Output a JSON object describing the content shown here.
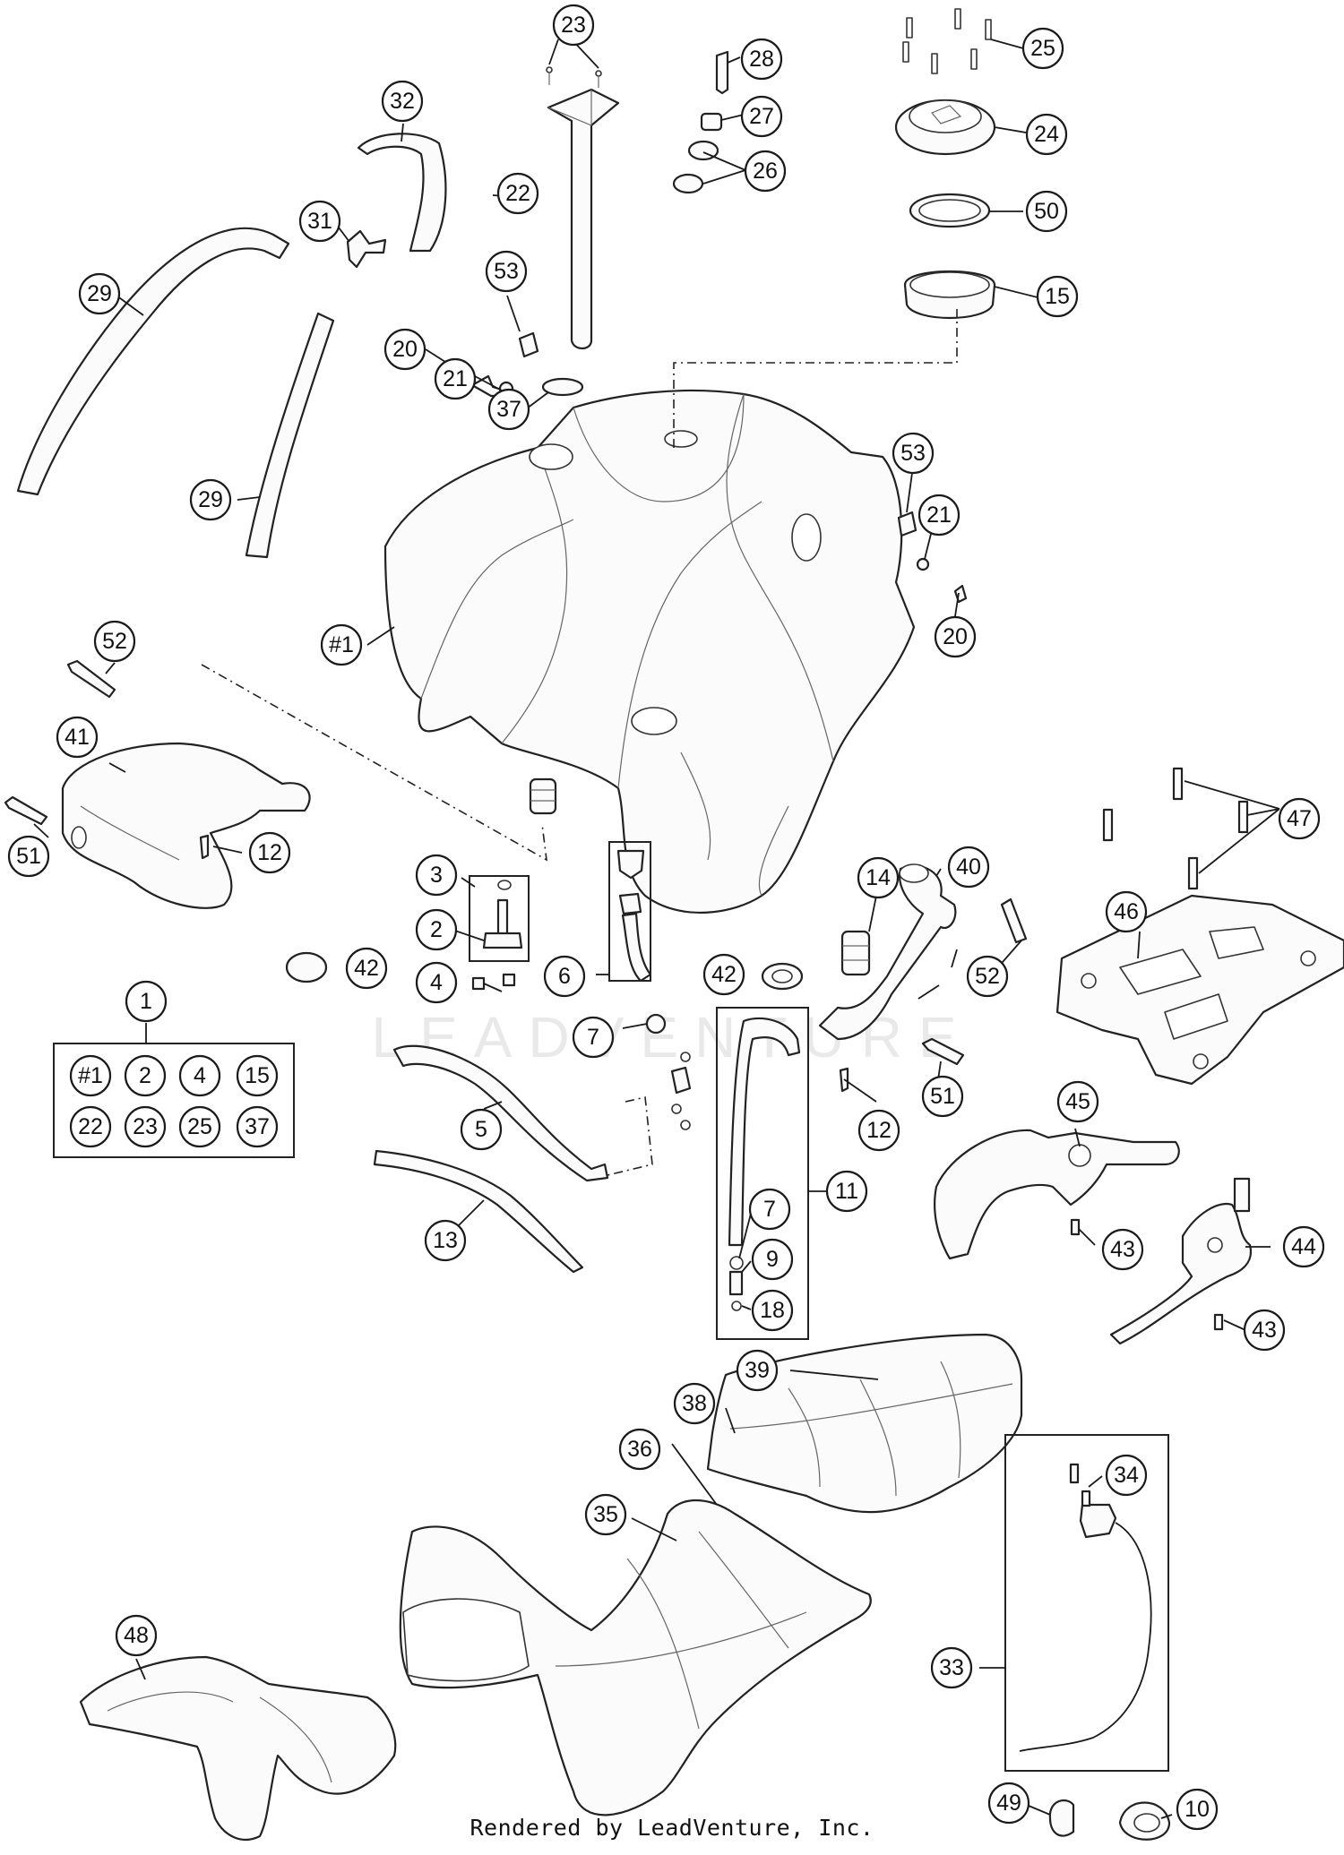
{
  "footer_text": "Rendered by LeadVenture, Inc.",
  "watermark_text": "LEADVENTURE",
  "kit_box": {
    "title_number": "1",
    "items": [
      "#1",
      "2",
      "4",
      "15",
      "22",
      "23",
      "25",
      "37"
    ]
  },
  "callouts": [
    {
      "id": "c23",
      "label": "23"
    },
    {
      "id": "c28",
      "label": "28"
    },
    {
      "id": "c25",
      "label": "25"
    },
    {
      "id": "c32",
      "label": "32"
    },
    {
      "id": "c27",
      "label": "27"
    },
    {
      "id": "c24",
      "label": "24"
    },
    {
      "id": "c26",
      "label": "26"
    },
    {
      "id": "c22",
      "label": "22"
    },
    {
      "id": "c50",
      "label": "50"
    },
    {
      "id": "c31",
      "label": "31"
    },
    {
      "id": "c29a",
      "label": "29"
    },
    {
      "id": "c53a",
      "label": "53"
    },
    {
      "id": "c15",
      "label": "15"
    },
    {
      "id": "c20a",
      "label": "20"
    },
    {
      "id": "c21a",
      "label": "21"
    },
    {
      "id": "c37",
      "label": "37"
    },
    {
      "id": "c29b",
      "label": "29"
    },
    {
      "id": "c53b",
      "label": "53"
    },
    {
      "id": "c21b",
      "label": "21"
    },
    {
      "id": "c20b",
      "label": "20"
    },
    {
      "id": "c1hash",
      "label": "#1"
    },
    {
      "id": "c52a",
      "label": "52"
    },
    {
      "id": "c41",
      "label": "41"
    },
    {
      "id": "c12a",
      "label": "12"
    },
    {
      "id": "c51a",
      "label": "51"
    },
    {
      "id": "c47",
      "label": "47"
    },
    {
      "id": "c3",
      "label": "3"
    },
    {
      "id": "c2",
      "label": "2"
    },
    {
      "id": "c14",
      "label": "14"
    },
    {
      "id": "c40",
      "label": "40"
    },
    {
      "id": "c46",
      "label": "46"
    },
    {
      "id": "c42a",
      "label": "42"
    },
    {
      "id": "c4",
      "label": "4"
    },
    {
      "id": "c6",
      "label": "6"
    },
    {
      "id": "c42b",
      "label": "42"
    },
    {
      "id": "c52b",
      "label": "52"
    },
    {
      "id": "c1",
      "label": "1"
    },
    {
      "id": "c7a",
      "label": "7"
    },
    {
      "id": "c51b",
      "label": "51"
    },
    {
      "id": "c5",
      "label": "5"
    },
    {
      "id": "c12b",
      "label": "12"
    },
    {
      "id": "c45",
      "label": "45"
    },
    {
      "id": "c11",
      "label": "11"
    },
    {
      "id": "c13",
      "label": "13"
    },
    {
      "id": "c7b",
      "label": "7"
    },
    {
      "id": "c43a",
      "label": "43"
    },
    {
      "id": "c44",
      "label": "44"
    },
    {
      "id": "c9",
      "label": "9"
    },
    {
      "id": "c18",
      "label": "18"
    },
    {
      "id": "c43b",
      "label": "43"
    },
    {
      "id": "c39",
      "label": "39"
    },
    {
      "id": "c38",
      "label": "38"
    },
    {
      "id": "c36",
      "label": "36"
    },
    {
      "id": "c34",
      "label": "34"
    },
    {
      "id": "c35",
      "label": "35"
    },
    {
      "id": "c48",
      "label": "48"
    },
    {
      "id": "c33",
      "label": "33"
    },
    {
      "id": "c49",
      "label": "49"
    },
    {
      "id": "c10",
      "label": "10"
    }
  ]
}
